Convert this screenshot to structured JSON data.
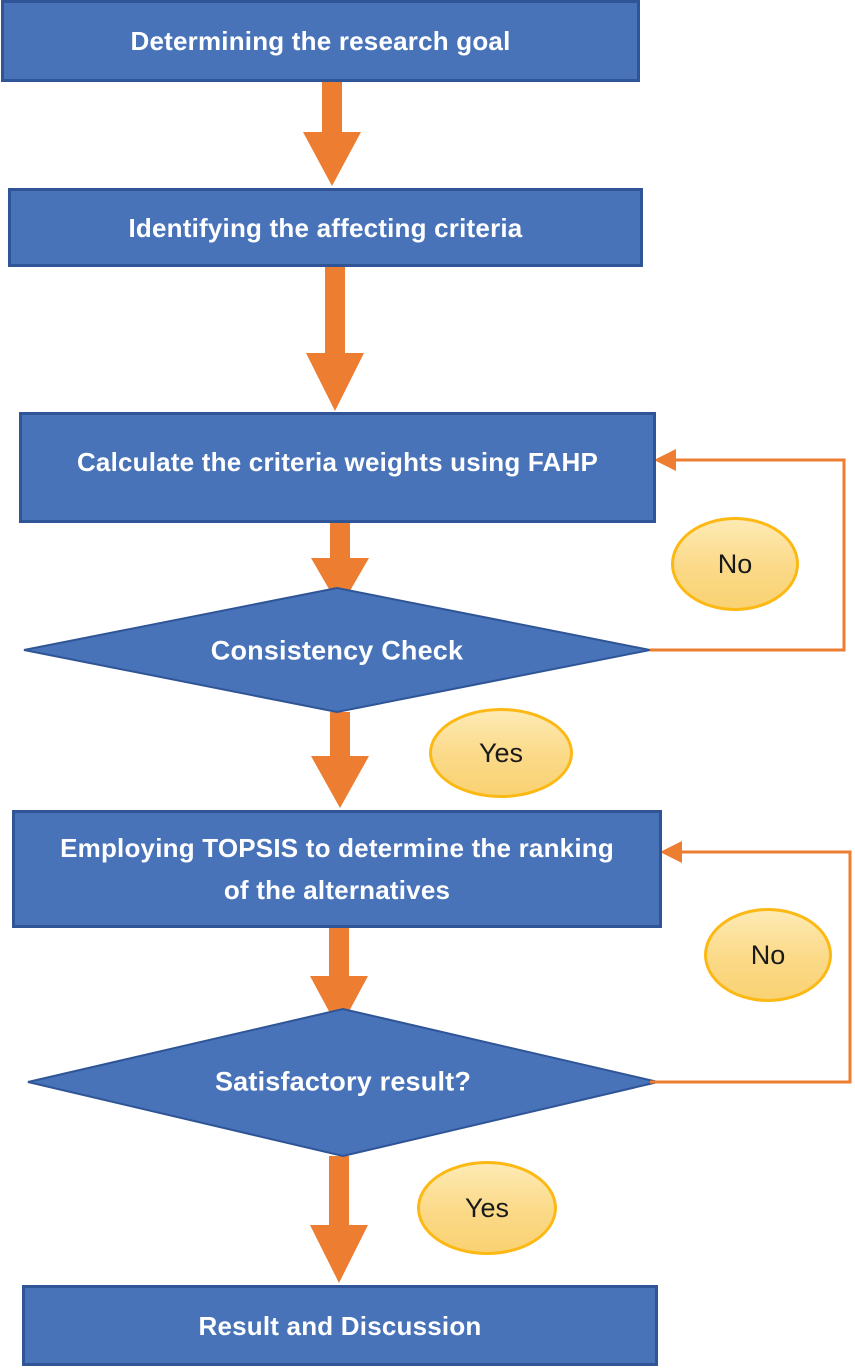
{
  "flowchart": {
    "nodes": [
      {
        "id": "research-goal",
        "shape": "rectangle",
        "label": "Determining the research goal"
      },
      {
        "id": "affecting-criteria",
        "shape": "rectangle",
        "label": "Identifying the affecting criteria"
      },
      {
        "id": "fahp-weights",
        "shape": "rectangle",
        "label": "Calculate the criteria weights using FAHP"
      },
      {
        "id": "consistency-check",
        "shape": "diamond",
        "label": "Consistency Check"
      },
      {
        "id": "topsis-ranking",
        "shape": "rectangle",
        "lines": [
          "Employing TOPSIS to determine the ranking",
          "of the alternatives"
        ]
      },
      {
        "id": "satisfactory-result",
        "shape": "diamond",
        "label": "Satisfactory result?"
      },
      {
        "id": "result-discussion",
        "shape": "rectangle",
        "label": "Result and Discussion"
      }
    ],
    "connector_labels": [
      {
        "id": "consistency-no",
        "label": "No"
      },
      {
        "id": "consistency-yes",
        "label": "Yes"
      },
      {
        "id": "satisfactory-no",
        "label": "No"
      },
      {
        "id": "satisfactory-yes",
        "label": "Yes"
      }
    ],
    "colors": {
      "process_fill": "#4873b9",
      "process_border": "#2f5597",
      "arrow_orange": "#ed7d31",
      "ellipse_fill": "#fbd987",
      "ellipse_border": "#fcb813",
      "process_text": "#ffffff",
      "ellipse_text": "#1a1a1a",
      "background": "#ffffff"
    }
  }
}
